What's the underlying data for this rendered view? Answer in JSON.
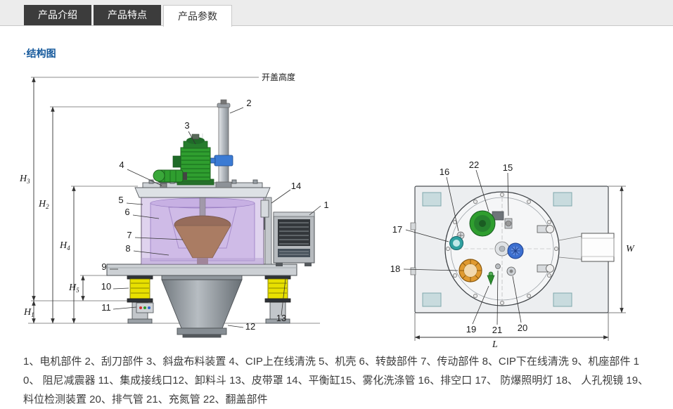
{
  "tabs": {
    "items": [
      {
        "label": "产品介绍"
      },
      {
        "label": "产品特点"
      },
      {
        "label": "产品参数"
      }
    ],
    "active_index": 2
  },
  "section": {
    "title": "·结构图"
  },
  "diagram": {
    "open_height_label": "开盖高度",
    "side_view": {
      "callouts": [
        "1",
        "2",
        "3",
        "4",
        "5",
        "6",
        "7",
        "8",
        "9",
        "10",
        "11",
        "12",
        "13",
        "14"
      ],
      "dims": [
        {
          "base": "H",
          "sub": "3"
        },
        {
          "base": "H",
          "sub": "2"
        },
        {
          "base": "H",
          "sub": "4"
        },
        {
          "base": "H",
          "sub": "5"
        },
        {
          "base": "H",
          "sub": "1"
        }
      ]
    },
    "top_view": {
      "callouts": [
        "15",
        "16",
        "17",
        "18",
        "19",
        "20",
        "21",
        "22"
      ],
      "dims": [
        "W",
        "L"
      ]
    }
  },
  "legend": {
    "text": "1、电机部件 2、刮刀部件 3、斜盘布料装置 4、CIP上在线清洗 5、机壳 6、转鼓部件 7、传动部件 8、CIP下在线清洗 9、机座部件 10、 阻尼减震器 11、集成接线口12、卸料斗 13、皮带罩 14、平衡缸15、雾化洗涤管 16、排空口 17、 防爆照明灯 18、 人孔视镜 19、料位检测装置 20、排气管 21、充氮管 22、翻盖部件"
  }
}
